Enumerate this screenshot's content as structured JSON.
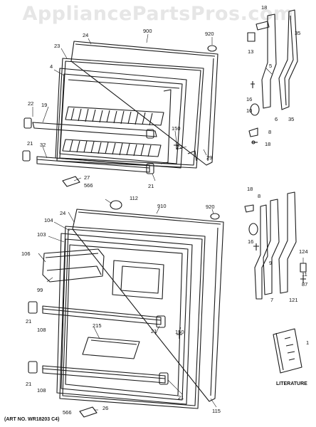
{
  "watermark": "AppliancePartsPros.com",
  "labels": {
    "l18a": "18",
    "l900": "900",
    "l920a": "920",
    "l35": "35",
    "l24a": "24",
    "l13": "13",
    "l23": "23",
    "l4": "4",
    "l5": "5",
    "l22a": "22",
    "l19": "19",
    "l16a": "16",
    "l10": "10",
    "l6": "6",
    "l35b": "35",
    "l150a": "150",
    "l8a": "8",
    "l18b": "18",
    "l21a": "21",
    "l22b": "22",
    "l32": "32",
    "l29": "29",
    "l27": "27",
    "l566a": "566",
    "l21b": "21",
    "l112": "112",
    "l910": "910",
    "l920b": "920",
    "l18c": "18",
    "l8b": "8",
    "l24b": "24",
    "l104": "104",
    "l103": "103",
    "l106": "106",
    "l16b": "16",
    "l99": "99",
    "l9": "9",
    "l124": "124",
    "l11": "11",
    "l87": "87",
    "l7": "7",
    "l121": "121",
    "l21c": "21",
    "l215": "215",
    "l108a": "108",
    "l21d": "21",
    "l150b": "150",
    "l21e": "21",
    "l108b": "108",
    "l21f": "21",
    "l115": "115",
    "l26": "26",
    "l566b": "566",
    "l1": "1"
  },
  "literature_label": "LITERATURE",
  "art_no": "(ART NO. WR18203 C4)"
}
